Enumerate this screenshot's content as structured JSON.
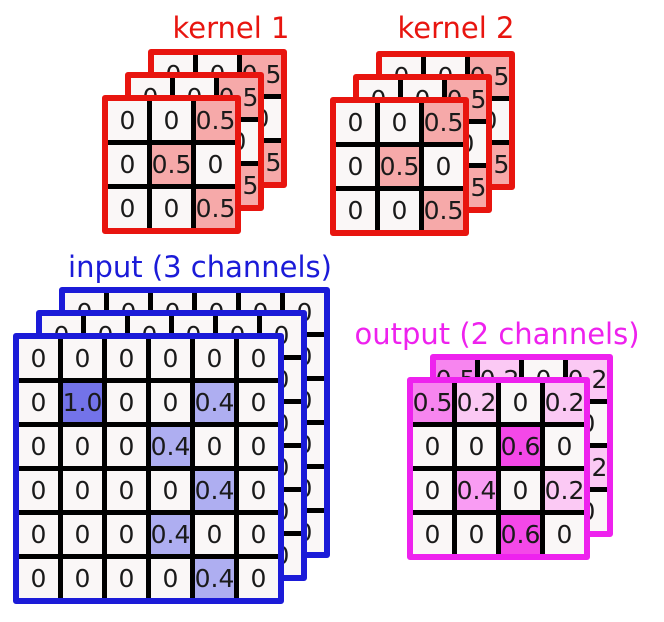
{
  "figure": {
    "background": "#ffffff"
  },
  "colors": {
    "red": "#e8150f",
    "blue": "#1b1bd8",
    "magenta": "#ee22ee",
    "text": "#1a1a1a",
    "grid_line": "#000000",
    "cell_background": "#faf7f7"
  },
  "labels": {
    "kernel1": "kernel 1",
    "kernel2": "kernel 2",
    "input": "input (3 channels)",
    "output": "output (2 channels)"
  },
  "stacks": {
    "kernel1": {
      "title": "kernel 1",
      "channels": 3,
      "grid_size": 3,
      "frame_color": "red",
      "rows": [
        [
          "0",
          "0",
          "0.5"
        ],
        [
          "0",
          "0.5",
          "0"
        ],
        [
          "0",
          "0",
          "0.5"
        ]
      ],
      "highlights": {
        "0.5": "#f6a9a9"
      }
    },
    "kernel2": {
      "title": "kernel 2",
      "channels": 3,
      "grid_size": 3,
      "frame_color": "red",
      "rows": [
        [
          "0",
          "0",
          "0.5"
        ],
        [
          "0",
          "0.5",
          "0"
        ],
        [
          "0",
          "0",
          "0.5"
        ]
      ],
      "highlights": {
        "0.5": "#f6a9a9"
      }
    },
    "input": {
      "title": "input (3 channels)",
      "channels": 3,
      "grid_size": 6,
      "frame_color": "blue",
      "rows": [
        [
          "0",
          "0",
          "0",
          "0",
          "0",
          "0"
        ],
        [
          "0",
          "1.0",
          "0",
          "0",
          "0.4",
          "0"
        ],
        [
          "0",
          "0",
          "0",
          "0.4",
          "0",
          "0"
        ],
        [
          "0",
          "0",
          "0",
          "0",
          "0.4",
          "0"
        ],
        [
          "0",
          "0",
          "0",
          "0.4",
          "0",
          "0"
        ],
        [
          "0",
          "0",
          "0",
          "0",
          "0.4",
          "0"
        ]
      ],
      "highlights": {
        "1.0": "#7373e9",
        "0.4": "#aeaef1"
      }
    },
    "output": {
      "title": "output (2 channels)",
      "channels": 2,
      "grid_size": 4,
      "frame_color": "magenta",
      "rows": [
        [
          "0.5",
          "0.2",
          "0",
          "0.2"
        ],
        [
          "0",
          "0",
          "0.6",
          "0"
        ],
        [
          "0",
          "0.4",
          "0",
          "0.2"
        ],
        [
          "0",
          "0",
          "0.6",
          "0"
        ]
      ],
      "highlights": {
        "0.2": "#fbc9f4",
        "0.4": "#f99cf3",
        "0.5": "#f785ef",
        "0.6": "#f448e8"
      }
    }
  }
}
